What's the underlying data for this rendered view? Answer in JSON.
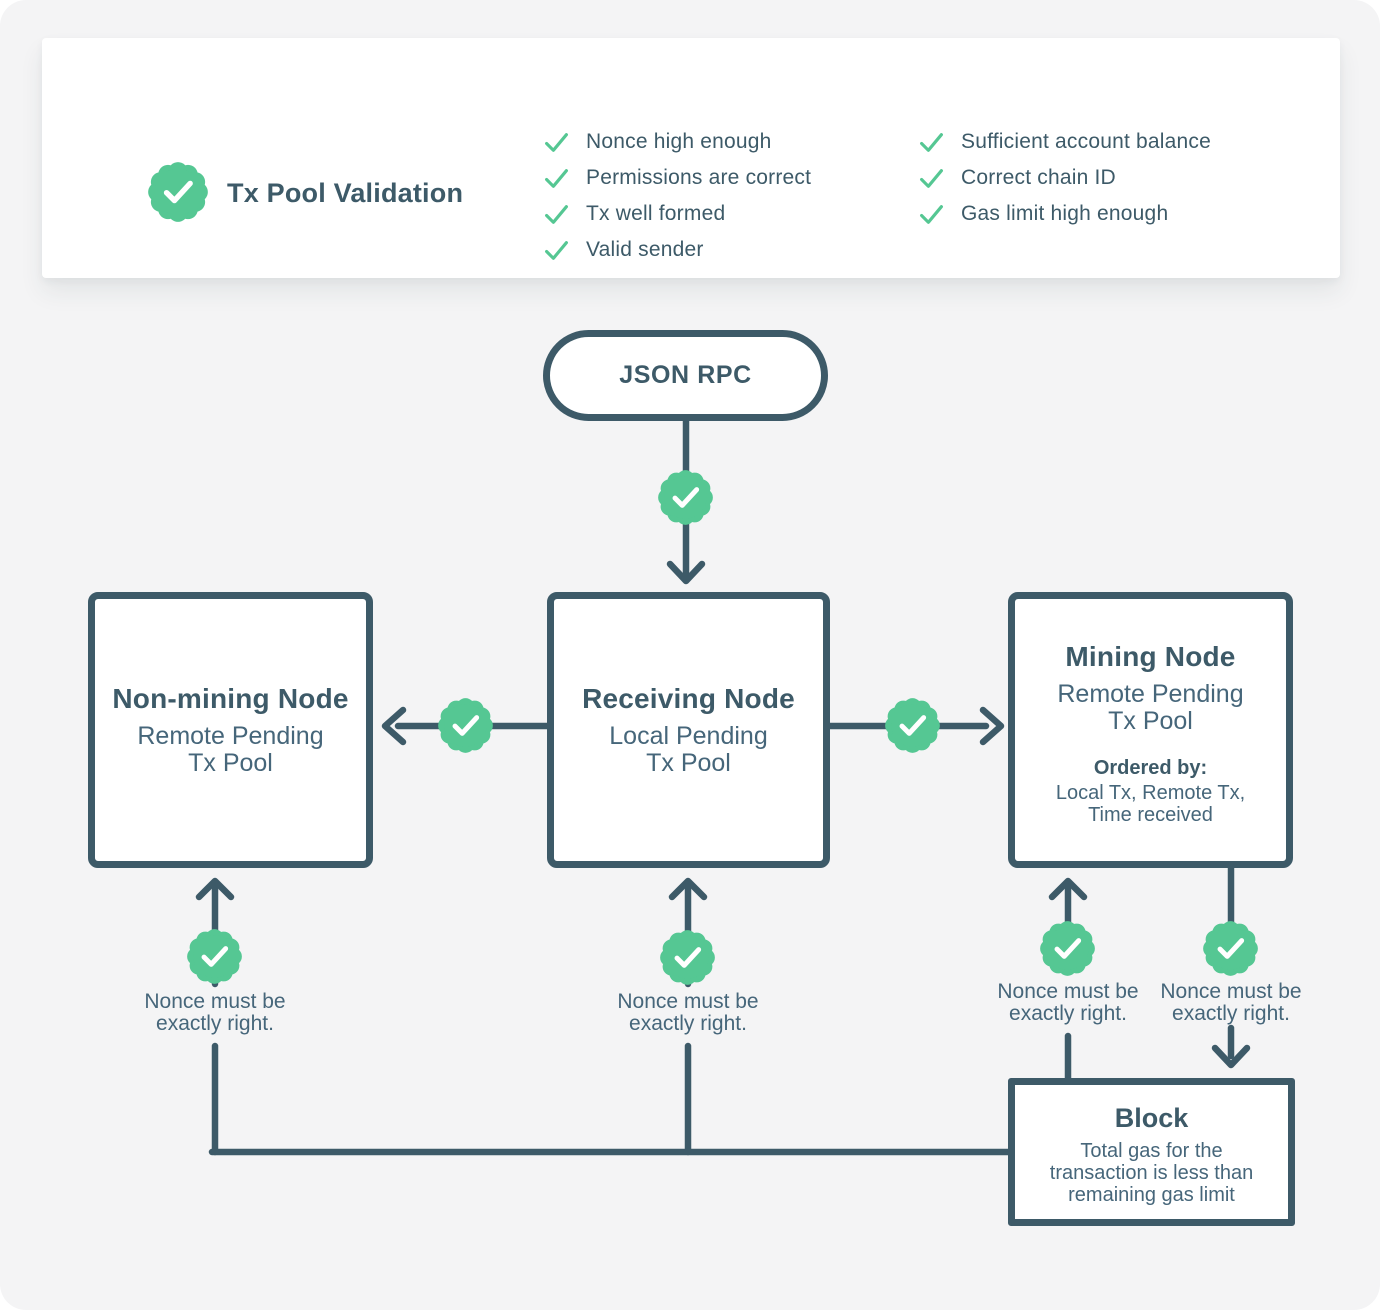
{
  "colors": {
    "slate": "#3d5a68",
    "green": "#55c793",
    "background": "#f4f4f5",
    "card": "#ffffff"
  },
  "card": {
    "title": "Tx Pool Validation",
    "checks_left": [
      "Nonce high enough",
      "Permissions are correct",
      "Tx well formed",
      "Valid sender"
    ],
    "checks_right": [
      "Sufficient account balance",
      "Correct chain ID",
      "Gas limit high enough"
    ]
  },
  "flow": {
    "json_rpc_label": "JSON RPC",
    "non_mining": {
      "title": "Non-mining Node",
      "line1": "Remote Pending",
      "line2": "Tx Pool"
    },
    "receiving": {
      "title": "Receiving Node",
      "line1": "Local Pending",
      "line2": "Tx Pool"
    },
    "mining": {
      "title": "Mining Node",
      "line1": "Remote Pending",
      "line2": "Tx Pool",
      "ordered_label": "Ordered by:",
      "ordered_line1": "Local Tx, Remote Tx,",
      "ordered_line2": "Time received"
    },
    "block": {
      "title": "Block",
      "line1": "Total gas for the",
      "line2": "transaction is less than",
      "line3": "remaining gas limit"
    },
    "captions": [
      {
        "line1": "Nonce must be",
        "line2": "exactly right."
      },
      {
        "line1": "Nonce must be",
        "line2": "exactly right."
      },
      {
        "line1": "Nonce must be",
        "line2": "exactly right."
      },
      {
        "line1": "Nonce must be",
        "line2": "exactly right."
      }
    ]
  }
}
